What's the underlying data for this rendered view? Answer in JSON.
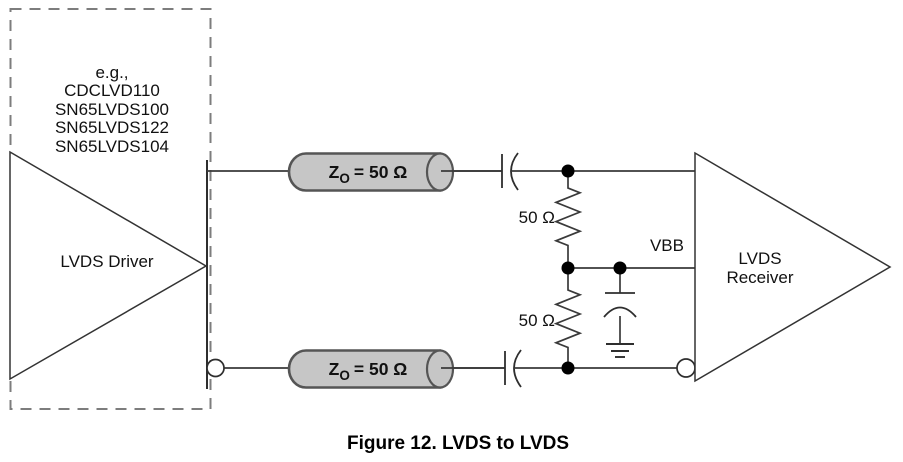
{
  "figure": {
    "caption": "Figure 12. LVDS to LVDS"
  },
  "driver": {
    "examples_intro": "e.g.,",
    "examples": [
      "CDCLVD110",
      "SN65LVDS100",
      "SN65LVDS122",
      "SN65LVDS104"
    ],
    "label": "LVDS Driver"
  },
  "receiver": {
    "label_line1": "LVDS",
    "label_line2": "Receiver"
  },
  "transmission_line": {
    "impedance_symbol": "Z",
    "impedance_subscript": "O",
    "impedance_value": "= 50 Ω"
  },
  "termination": {
    "resistor_top_label": "50 Ω",
    "resistor_bottom_label": "50 Ω",
    "bias_label": "VBB"
  },
  "colors": {
    "line": "#3a3a3a",
    "cylinder_fill": "#c6c6c6",
    "cylinder_stroke": "#555555",
    "dashed_box": "#7d7d7d"
  }
}
